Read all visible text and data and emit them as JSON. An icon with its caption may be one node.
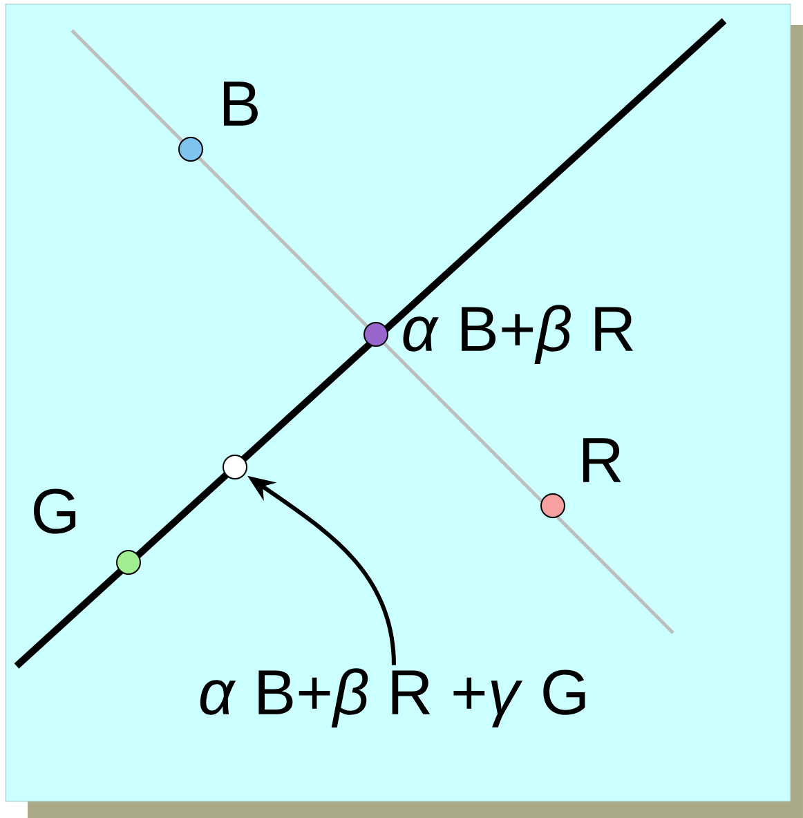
{
  "diagram": {
    "nodes": [
      {
        "text": [],
        "shape": "circle",
        "beside": [
          "B"
        ]
      },
      {
        "text": [],
        "shape": "circle",
        "beside": [
          "*α* B+*β* R"
        ]
      },
      {
        "text": [],
        "shape": "circle",
        "beside": [
          "R"
        ]
      },
      {
        "text": [],
        "shape": "circle",
        "beside": [
          "G"
        ]
      },
      {
        "text": [],
        "shape": "circle"
      },
      {
        "text": [
          "*α* B+*β* R +*γ* G"
        ]
      }
    ],
    "edges": [
      {
        "from": 5,
        "to": 4,
        "arrow": "to"
      }
    ]
  }
}
